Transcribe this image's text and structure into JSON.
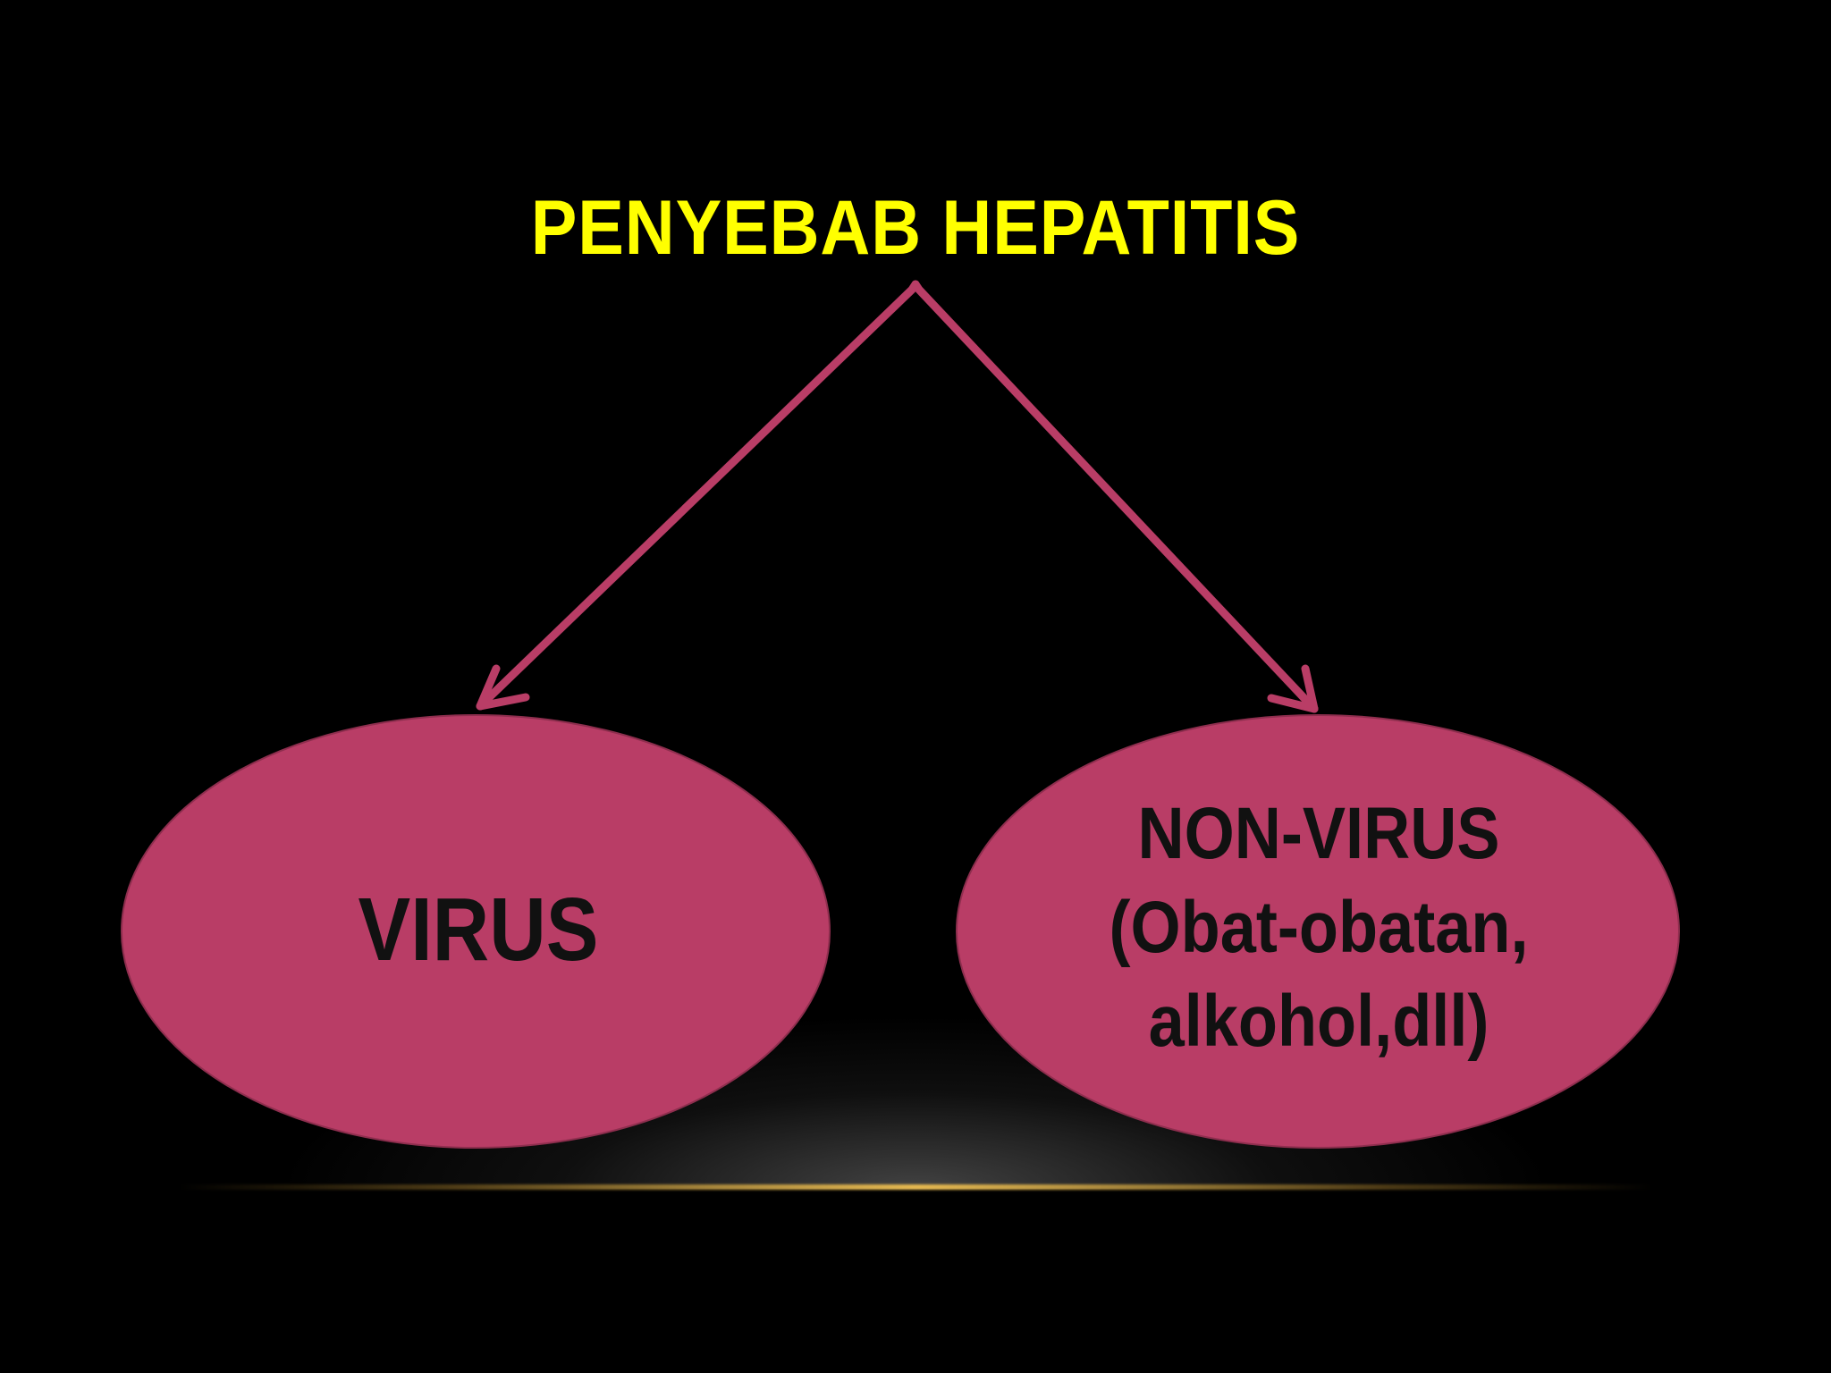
{
  "slide": {
    "title": "PENYEBAB HEPATITIS",
    "colors": {
      "background": "#000000",
      "title": "#FFFF00",
      "ellipse_fill": "#B93D66",
      "arrow": "#B93D66",
      "label_text": "#111111"
    }
  },
  "nodes": {
    "virus": {
      "label": "VIRUS"
    },
    "non_virus": {
      "line1": "NON-VIRUS",
      "line2": "(Obat-obatan,",
      "line3": "alkohol,dll)"
    }
  }
}
